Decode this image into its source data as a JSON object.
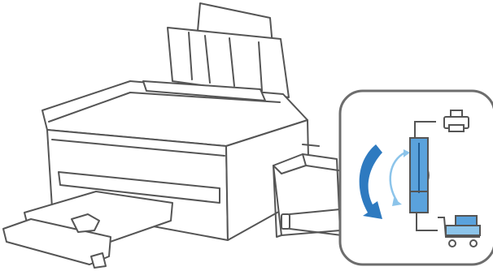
{
  "figure": {
    "subject": "printer-with-external-ink-tank",
    "callout": {
      "arrow_direction": "counter-clockwise",
      "lever_orientation": "vertical",
      "positions": [
        "printing",
        "transport"
      ]
    },
    "colors": {
      "outline": "#555555",
      "arrow_blue": "#2e7ac0",
      "accent_blue": "#5aa2dc",
      "light_blue": "#8cc4ea",
      "callout_border": "#6d6d6d",
      "background": "#ffffff"
    }
  }
}
